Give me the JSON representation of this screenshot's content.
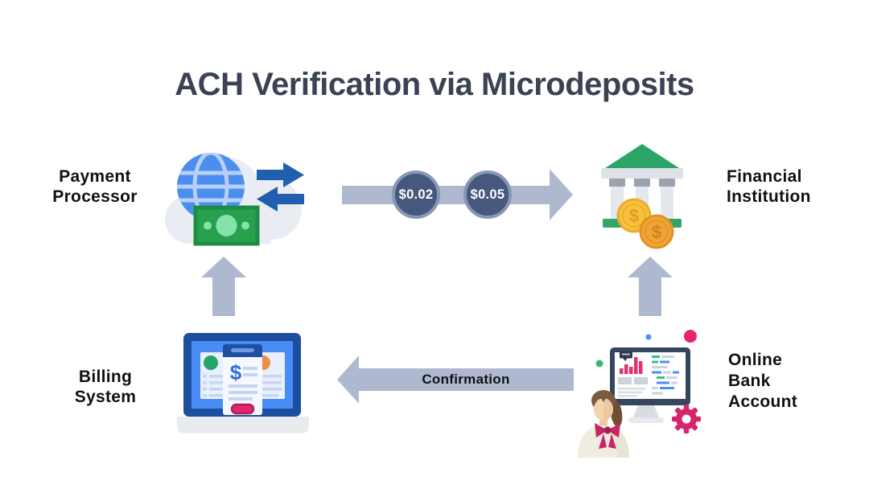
{
  "title": "ACH Verification via Microdeposits",
  "nodes": {
    "payment_processor": {
      "label_lines": [
        "Payment",
        "Processor"
      ]
    },
    "financial_institution": {
      "label_lines": [
        "Financial",
        "Institution"
      ]
    },
    "billing_system": {
      "label_lines": [
        "Billing",
        "System"
      ]
    },
    "online_bank_account": {
      "label_lines": [
        "Online",
        "Bank",
        "Account"
      ]
    }
  },
  "flows": {
    "microdeposits": {
      "from": "payment_processor",
      "to": "financial_institution",
      "direction": "right",
      "amounts": [
        "$0.02",
        "$0.05"
      ]
    },
    "account_to_institution": {
      "from": "online_bank_account",
      "to": "financial_institution",
      "direction": "up"
    },
    "confirmation": {
      "from": "online_bank_account",
      "to": "billing_system",
      "direction": "left",
      "label": "Confirmation"
    },
    "billing_to_processor": {
      "from": "billing_system",
      "to": "payment_processor",
      "direction": "up"
    }
  },
  "icons": {
    "payment_processor": "cloud-globe-transfer-arrows-banknote",
    "financial_institution": "bank-building-with-coins",
    "billing_system": "laptop-invoice-cards",
    "online_bank_account": "desktop-dashboard-user-gear",
    "currency_symbol": "$"
  },
  "colors": {
    "canvas_bg": "#ffffff",
    "title_color": "#3a4254",
    "label_color": "#101114",
    "flow_arrow_color": "#aeb8cf",
    "deposit_circle_fill": "#46587b",
    "deposit_circle_ring": "#8497b7",
    "deposit_amount_color": "#ffffff",
    "globe_blue": "#4a8ef0",
    "transfer_arrow_blue": "#1f5fae",
    "money_green": "#28a14f",
    "bank_roof_green": "#2aa467",
    "coin_gold": "#f6c23c",
    "laptop_blue": "#1d4fa0",
    "dashboard_pink": "#e3336e",
    "gear_pink": "#d6246e"
  }
}
